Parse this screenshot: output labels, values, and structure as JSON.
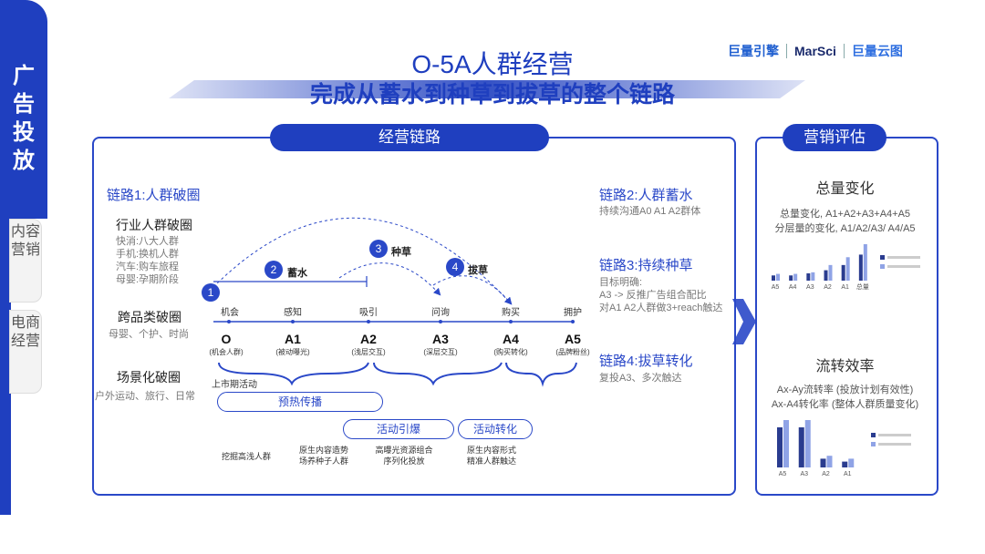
{
  "sidebar": {
    "main_tab": "广告投放",
    "tab2": "内容营销",
    "tab3": "电商经营"
  },
  "header": {
    "title": "O-5A人群经营",
    "subtitle": "完成从蓄水到种草到拔草的整个链路",
    "logos": [
      "巨量引擎",
      "MarSci",
      "巨量云图"
    ]
  },
  "main_panel": {
    "pill": "经营链路",
    "left": {
      "route1": "链路1:人群破圈",
      "industry_title": "行业人群破圈",
      "industry_items": [
        "快消:八大人群",
        "手机:换机人群",
        "汽车:购车旅程",
        "母婴:孕期阶段"
      ],
      "cross_title": "跨品类破圈",
      "cross_items": "母婴、个护、时尚",
      "scene_title": "场景化破圈",
      "scene_items": "户外运动、旅行、日常"
    },
    "right": {
      "route2": "链路2:人群蓄水",
      "route2_desc": "持续沟通A0 A1 A2群体",
      "route3": "链路3:持续种草",
      "route3_desc": [
        "目标明确:",
        "A3 -> 反推广告组合配比",
        "对A1 A2人群做3+reach触达"
      ],
      "route4": "链路4:拔草转化",
      "route4_desc": "复投A3、多次触达"
    },
    "steps": [
      {
        "num": "1",
        "label": ""
      },
      {
        "num": "2",
        "label": "蓄水"
      },
      {
        "num": "3",
        "label": "种草"
      },
      {
        "num": "4",
        "label": "拔草"
      }
    ],
    "nodes": [
      {
        "top": "机会",
        "main": "O",
        "sub": "(机会人群)"
      },
      {
        "top": "感知",
        "main": "A1",
        "sub": "(被动曝光)"
      },
      {
        "top": "吸引",
        "main": "A2",
        "sub": "(浅层交互)"
      },
      {
        "top": "问询",
        "main": "A3",
        "sub": "(深层交互)"
      },
      {
        "top": "购买",
        "main": "A4",
        "sub": "(购买转化)"
      },
      {
        "top": "拥护",
        "main": "A5",
        "sub": "(品牌粉丝)"
      }
    ],
    "launch_label": "上市期活动",
    "preheat": "预热传播",
    "activity_draw": "活动引爆",
    "activity_convert": "活动转化",
    "bottom_notes": [
      "挖掘高浅人群",
      "原生内容造势\n场养种子人群",
      "高曝光资源组合\n序列化投放",
      "原生内容形式\n精准人群触达"
    ]
  },
  "eval_panel": {
    "pill": "营销评估",
    "total_title": "总量变化",
    "total_desc": [
      "总量变化, A1+A2+A3+A4+A5",
      "分层量的变化, A1/A2/A3/ A4/A5"
    ],
    "flow_title": "流转效率",
    "flow_desc": [
      "Ax-Ay流转率 (投放计划有效性)",
      "Ax-A4转化率 (整体人群质量变化)"
    ],
    "legend1": [
      "",
      ""
    ],
    "legend2": [
      "",
      ""
    ]
  },
  "chart_data": [
    {
      "type": "bar",
      "categories": [
        "A5",
        "A4",
        "A3",
        "A2",
        "A1",
        "总量"
      ],
      "series": [
        {
          "values": [
            1,
            1,
            1.4,
            2,
            3,
            5
          ]
        },
        {
          "values": [
            1.3,
            1.3,
            1.6,
            3,
            4.5,
            7
          ]
        }
      ]
    },
    {
      "type": "bar",
      "categories": [
        "A5",
        "A3",
        "A2",
        "A1"
      ],
      "series": [
        {
          "values": [
            5.5,
            5.5,
            1.2,
            0.8
          ]
        },
        {
          "values": [
            6.5,
            6.5,
            1.6,
            1.2
          ]
        }
      ]
    }
  ]
}
